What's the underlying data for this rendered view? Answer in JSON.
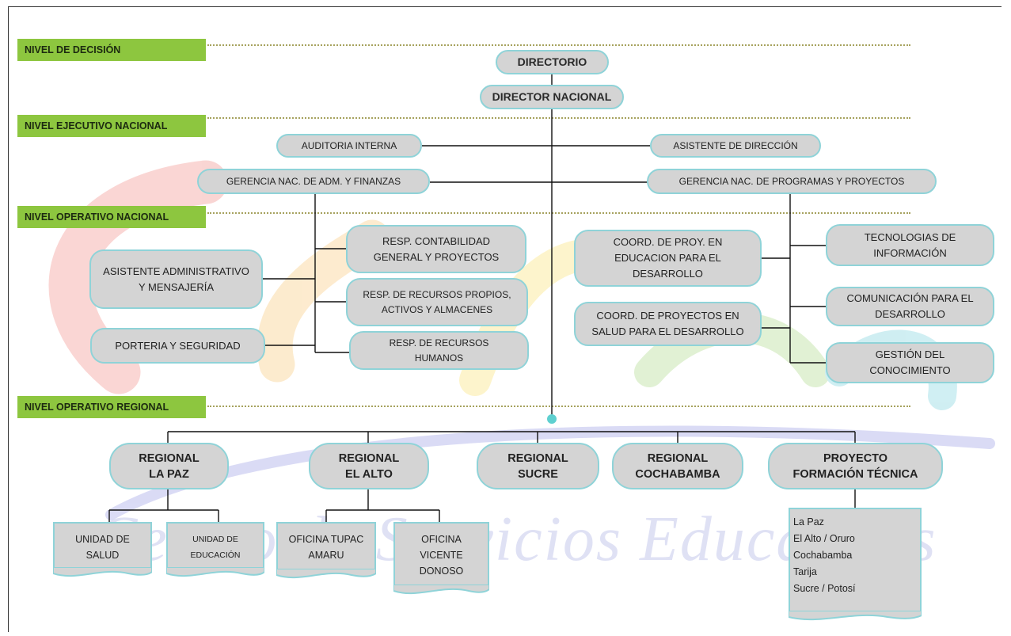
{
  "levels": {
    "decision": "NIVEL DE DECISIÓN",
    "executive": "NIVEL EJECUTIVO NACIONAL",
    "operative_national": "NIVEL OPERATIVO NACIONAL",
    "operative_regional": "NIVEL OPERATIVO REGIONAL"
  },
  "nodes": {
    "directorio": "DIRECTORIO",
    "director_nacional": "DIRECTOR NACIONAL",
    "auditoria_interna": "AUDITORIA INTERNA",
    "asistente_direccion": "ASISTENTE DE DIRECCIÓN",
    "gerencia_adm": "GERENCIA NAC. DE ADM. Y FINANZAS",
    "gerencia_programas": "GERENCIA NAC. DE PROGRAMAS Y PROYECTOS",
    "asistente_administrativo": [
      "ASISTENTE ADMINISTRATIVO",
      "Y MENSAJERÍA"
    ],
    "porteria": "PORTERIA Y SEGURIDAD",
    "resp_contabilidad": [
      "RESP. CONTABILIDAD",
      "GENERAL Y PROYECTOS"
    ],
    "resp_recursos_propios": [
      "RESP. DE RECURSOS PROPIOS,",
      "ACTIVOS Y ALMACENES"
    ],
    "resp_rrhh": [
      "RESP. DE RECURSOS",
      "HUMANOS"
    ],
    "coord_educacion": [
      "COORD. DE PROY. EN",
      "EDUCACION PARA EL",
      "DESARROLLO"
    ],
    "coord_salud": [
      "COORD. DE PROYECTOS EN",
      "SALUD PARA EL DESARROLLO"
    ],
    "tecnologias": [
      "TECNOLOGIAS DE",
      "INFORMACIÓN"
    ],
    "comunicacion": [
      "COMUNICACIÓN PARA EL",
      "DESARROLLO"
    ],
    "gestion": [
      "GESTIÓN DEL",
      "CONOCIMIENTO"
    ],
    "regional_la_paz": [
      "REGIONAL",
      "LA PAZ"
    ],
    "regional_el_alto": [
      "REGIONAL",
      "EL ALTO"
    ],
    "regional_sucre": [
      "REGIONAL",
      "SUCRE"
    ],
    "regional_cochabamba": [
      "REGIONAL",
      "COCHABAMBA"
    ],
    "proyecto_formacion": [
      "PROYECTO",
      "FORMACIÓN TÉCNICA"
    ]
  },
  "documents": {
    "unidad_salud": [
      "UNIDAD DE",
      "SALUD"
    ],
    "unidad_educacion": [
      "UNIDAD DE",
      "EDUCACIÓN"
    ],
    "oficina_tupac": [
      "OFICINA TUPAC",
      "AMARU"
    ],
    "oficina_vicente": [
      "OFICINA",
      "VICENTE",
      "DONOSO"
    ],
    "formacion_sedes": [
      "La Paz",
      "El Alto / Oruro",
      "Cochabamba",
      "Tarija",
      "Sucre / Potosí"
    ]
  },
  "watermark": "Centro de Servicios Educativos",
  "colors": {
    "level_label": "#8dc63f",
    "node_fill": "#d4d4d4",
    "node_border": "#8fd3d8",
    "connector": "#111111",
    "junction_dot": "#5fd0d0"
  }
}
